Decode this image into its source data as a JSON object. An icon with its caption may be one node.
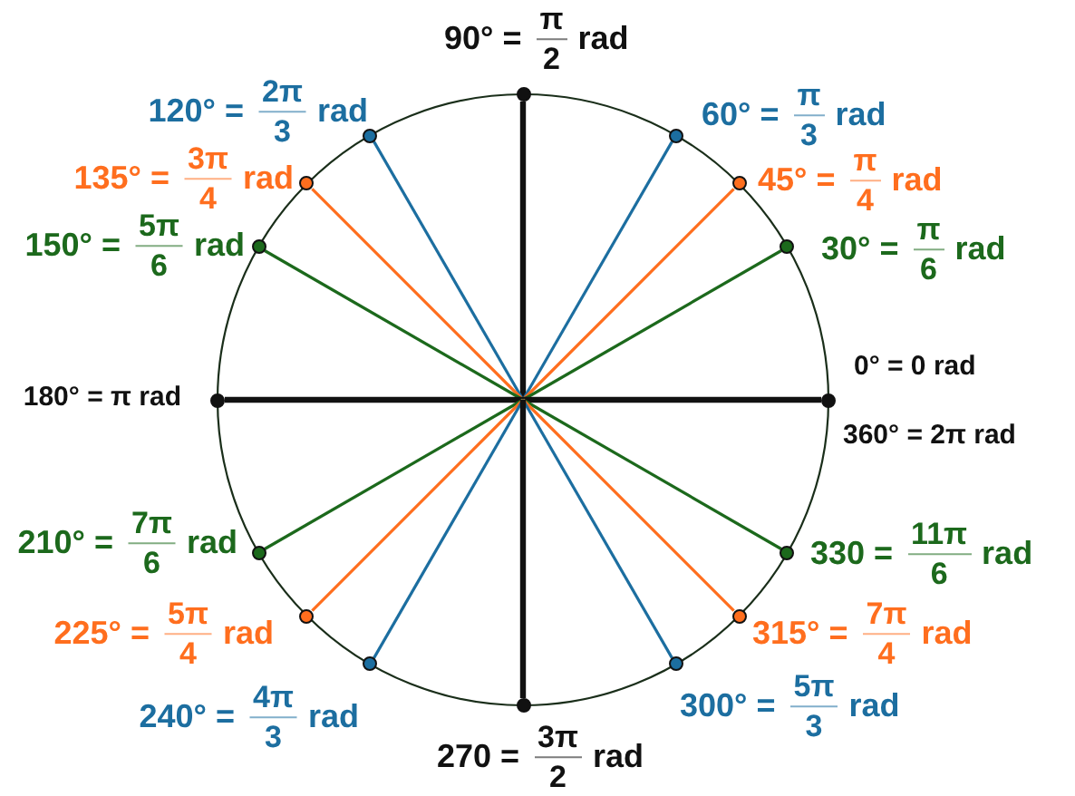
{
  "diagram": {
    "nodes": [
      {
        "text": [],
        "shape": "circle",
        "beside": [
          "90° =",
          "π",
          "2",
          "rad"
        ]
      },
      {
        "text": [],
        "shape": "circle",
        "beside": [
          "120° =",
          "2π",
          "3",
          "rad"
        ]
      },
      {
        "text": [],
        "shape": "circle",
        "beside": [
          "60° =",
          "π",
          "3",
          "rad"
        ]
      },
      {
        "text": [],
        "shape": "circle",
        "beside": [
          "135° =",
          "3π",
          "4",
          "rad"
        ]
      },
      {
        "text": [],
        "shape": "circle",
        "beside": [
          "45° =",
          "π",
          "4",
          "rad"
        ]
      },
      {
        "text": [],
        "shape": "circle",
        "beside": [
          "150° =",
          "5π",
          "6",
          "rad"
        ]
      },
      {
        "text": [],
        "shape": "circle",
        "beside": [
          "30° =",
          "π",
          "6",
          "rad"
        ]
      },
      {
        "text": [],
        "shape": "circle",
        "beside": [
          "180° = π rad"
        ]
      },
      {
        "text": [],
        "shape": "circle",
        "beside": [
          "0° = 0 rad",
          "360° = 2π rad"
        ]
      },
      {
        "text": [],
        "shape": "circle",
        "beside": [
          "210° =",
          "7π",
          "6",
          "rad"
        ]
      },
      {
        "text": [],
        "shape": "circle",
        "beside": [
          "330 =",
          "11π",
          "6",
          "rad"
        ]
      },
      {
        "text": [],
        "shape": "circle",
        "beside": [
          "225° =",
          "5π",
          "4",
          "rad"
        ]
      },
      {
        "text": [],
        "shape": "circle",
        "beside": [
          "315° =",
          "7π",
          "4",
          "rad"
        ]
      },
      {
        "text": [],
        "shape": "circle",
        "beside": [
          "240° =",
          "4π",
          "3",
          "rad"
        ]
      },
      {
        "text": [],
        "shape": "circle",
        "beside": [
          "300° =",
          "5π",
          "3",
          "rad"
        ]
      },
      {
        "text": [],
        "shape": "circle",
        "beside": [
          "270 =",
          "3π",
          "2",
          "rad"
        ]
      }
    ],
    "edges": [
      {
        "from": null,
        "to": 0,
        "arrow": "none",
        "style": "thick",
        "color": "#111111"
      },
      {
        "from": null,
        "to": 1,
        "arrow": "none",
        "color": "#1c6ea0"
      },
      {
        "from": null,
        "to": 2,
        "arrow": "none",
        "color": "#1c6ea0"
      },
      {
        "from": null,
        "to": 3,
        "arrow": "none",
        "color": "#ff6e1e"
      },
      {
        "from": null,
        "to": 4,
        "arrow": "none",
        "color": "#ff6e1e"
      },
      {
        "from": null,
        "to": 5,
        "arrow": "none",
        "color": "#1c691c"
      },
      {
        "from": null,
        "to": 6,
        "arrow": "none",
        "color": "#1c691c"
      },
      {
        "from": null,
        "to": 7,
        "arrow": "none",
        "style": "thick",
        "color": "#111111"
      },
      {
        "from": null,
        "to": 8,
        "arrow": "none",
        "style": "thick",
        "color": "#111111"
      },
      {
        "from": null,
        "to": 9,
        "arrow": "none",
        "color": "#1c691c"
      },
      {
        "from": null,
        "to": 10,
        "arrow": "none",
        "color": "#1c691c"
      },
      {
        "from": null,
        "to": 11,
        "arrow": "none",
        "color": "#ff6e1e"
      },
      {
        "from": null,
        "to": 12,
        "arrow": "none",
        "color": "#ff6e1e"
      },
      {
        "from": null,
        "to": 13,
        "arrow": "none",
        "color": "#1c6ea0"
      },
      {
        "from": null,
        "to": 14,
        "arrow": "none",
        "color": "#1c6ea0"
      },
      {
        "from": null,
        "to": 15,
        "arrow": "none",
        "style": "thick",
        "color": "#111111"
      }
    ]
  }
}
